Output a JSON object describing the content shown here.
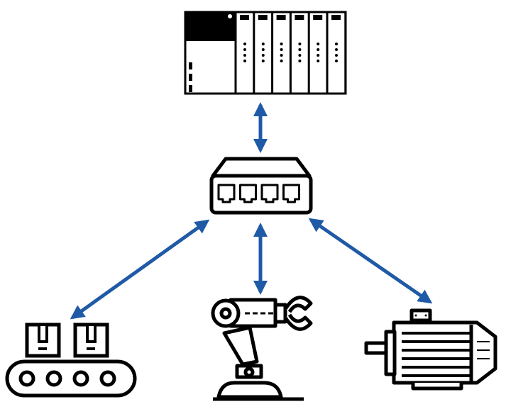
{
  "diagram": {
    "nodes": [
      {
        "id": "plc",
        "icon": "plc-rack-icon"
      },
      {
        "id": "switch",
        "icon": "network-switch-icon",
        "ports": 4
      },
      {
        "id": "conveyor",
        "icon": "conveyor-belt-icon"
      },
      {
        "id": "robot",
        "icon": "robot-arm-icon"
      },
      {
        "id": "motor",
        "icon": "electric-motor-icon"
      }
    ],
    "edges": [
      {
        "from": "plc",
        "to": "switch",
        "bidirectional": true
      },
      {
        "from": "switch",
        "to": "conveyor",
        "bidirectional": true
      },
      {
        "from": "switch",
        "to": "robot",
        "bidirectional": true
      },
      {
        "from": "switch",
        "to": "motor",
        "bidirectional": true
      }
    ],
    "colors": {
      "icon": "#000000",
      "arrow": "#1f5aa6",
      "background": "#ffffff"
    }
  }
}
